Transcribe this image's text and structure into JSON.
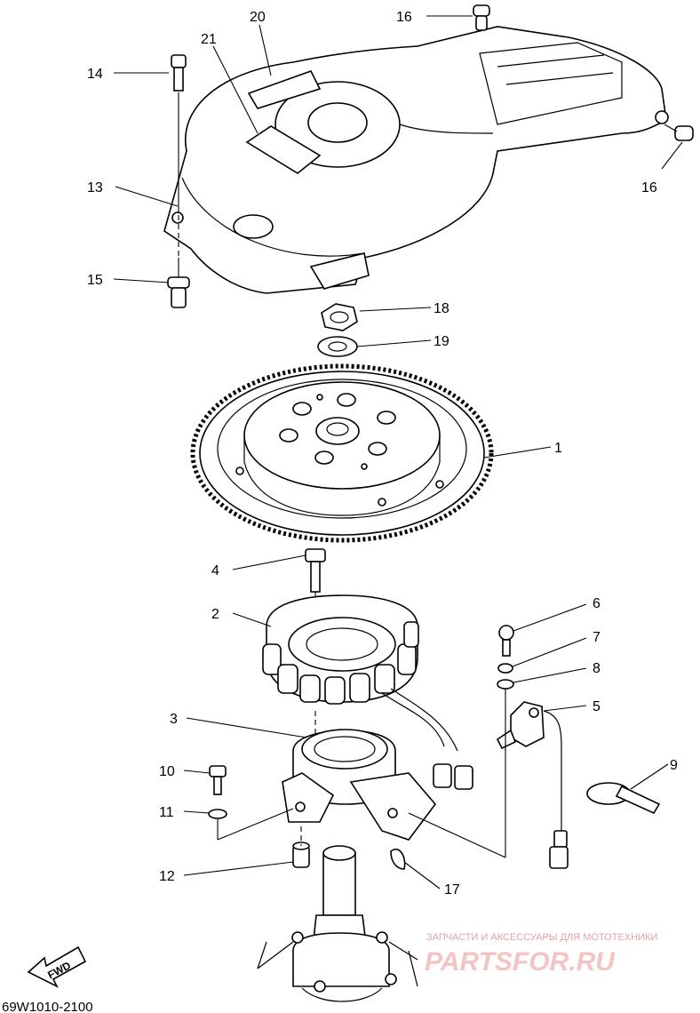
{
  "labels": {
    "p1": "1",
    "p2": "2",
    "p3": "3",
    "p4": "4",
    "p5": "5",
    "p6": "6",
    "p7": "7",
    "p8": "8",
    "p9": "9",
    "p10": "10",
    "p11": "11",
    "p12": "12",
    "p13": "13",
    "p14": "14",
    "p15": "15",
    "p16a": "16",
    "p16b": "16",
    "p17": "17",
    "p18": "18",
    "p19": "19",
    "p20": "20",
    "p21": "21"
  },
  "fwd_arrow": "FWD",
  "diagram_code": "69W1010-2100",
  "watermark": {
    "tagline": "ЗАПЧАСТИ И АКСЕССУАРЫ ДЛЯ МОТОТЕХНИКИ",
    "brand": "PARTSFOR.RU"
  }
}
